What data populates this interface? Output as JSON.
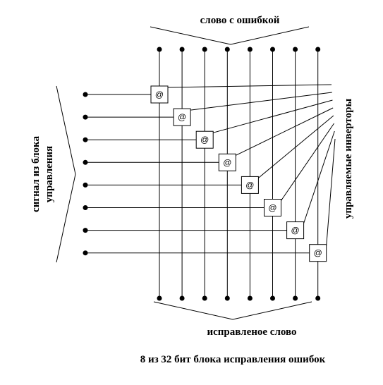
{
  "labels": {
    "top": "слово с ошибкой",
    "bottom": "исправленое слово",
    "left_line1": "сигнал из блока",
    "left_line2": "управления",
    "right": "управляемые инверторы",
    "caption": "8 из 32 бит блока исправления ошибок"
  },
  "inverter_symbol": "@",
  "inverter_count": 8
}
